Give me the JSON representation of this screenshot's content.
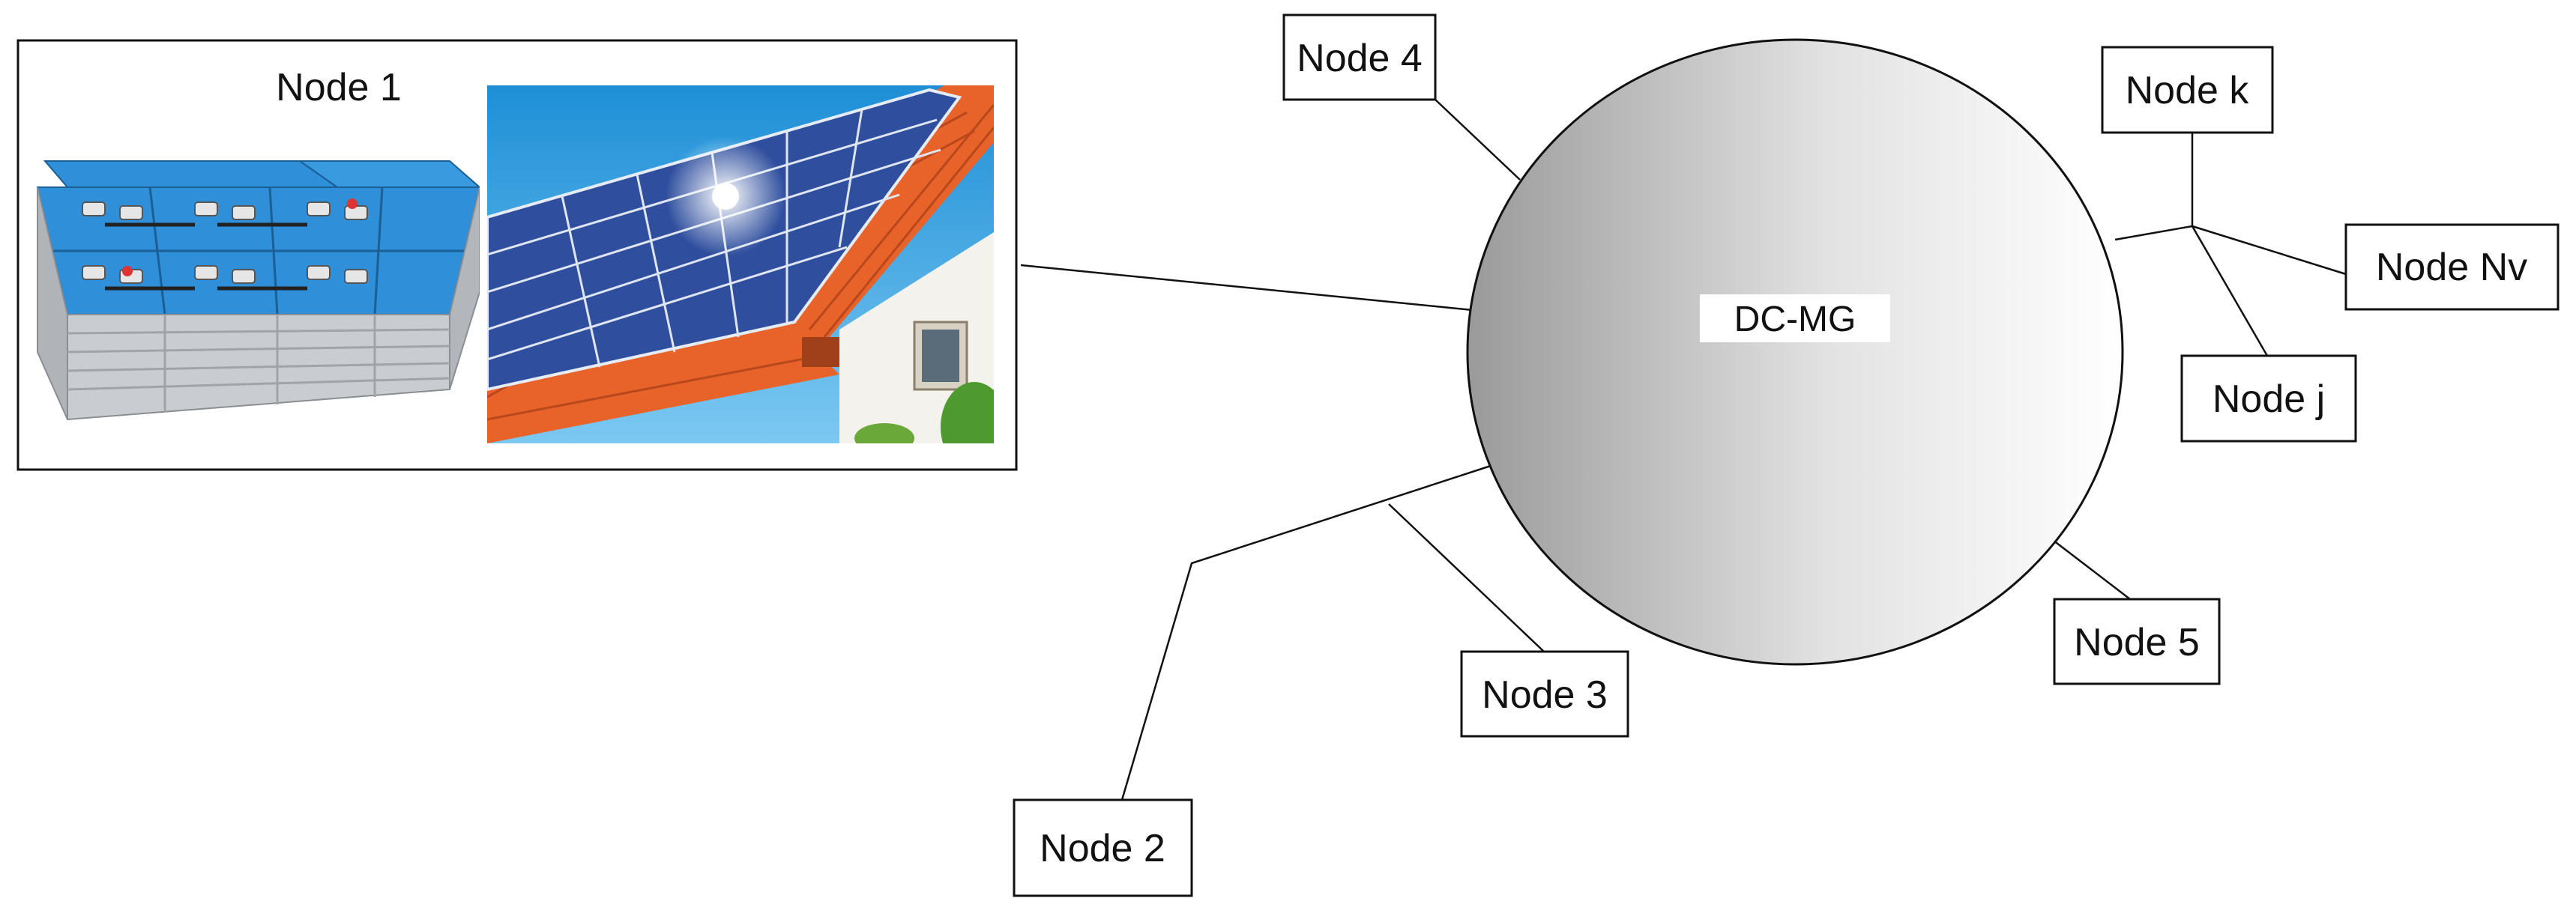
{
  "diagram": {
    "hub": {
      "label": "DC-MG"
    },
    "nodes": {
      "node1": "Node 1",
      "node2": "Node 2",
      "node3": "Node 3",
      "node4": "Node 4",
      "node5": "Node 5",
      "nodeK": "Node k",
      "nodeJ": "Node j",
      "nodeNv": "Node Nv"
    }
  },
  "colors": {
    "outline": "#111111",
    "hub_light": "#ffffff",
    "hub_dark": "#9a9a9a",
    "battery_top": "#2f8fd8",
    "battery_body": "#c9ccd0",
    "roof_tile": "#e8632a",
    "solar_panel": "#2f4f9e",
    "sky": "#2aa4e6",
    "wall": "#f4f2ec"
  },
  "icons": [
    "battery-bank-icon",
    "solar-roof-icon"
  ]
}
